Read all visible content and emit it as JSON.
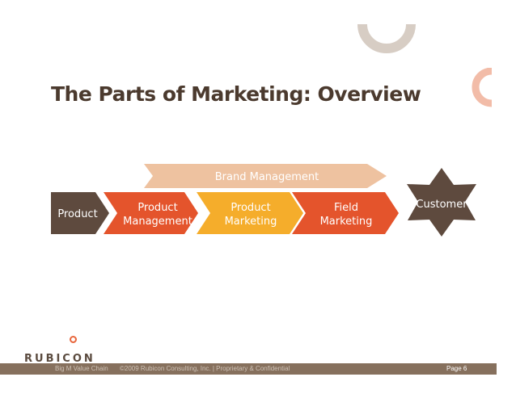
{
  "slide": {
    "title": "The Parts of Marketing: Overview"
  },
  "diagram": {
    "brand_management": "Brand Management",
    "product": "Product",
    "product_management_line1": "Product",
    "product_management_line2": "Management",
    "product_marketing_line1": "Product",
    "product_marketing_line2": "Marketing",
    "field_marketing_line1": "Field",
    "field_marketing_line2": "Marketing",
    "customer": "Customer"
  },
  "colors": {
    "dark_brown": "#5e4a3e",
    "orange_red": "#e4542c",
    "gold": "#f5ad2b",
    "peach": "#eec2a0",
    "title": "#4b3a2e"
  },
  "logo": {
    "text": "RUBICON"
  },
  "footer": {
    "left_text": "Big M Value Chain",
    "copyright": "©2009 Rubicon Consulting, Inc. | Proprietary & Confidential",
    "page": "Page 6"
  }
}
